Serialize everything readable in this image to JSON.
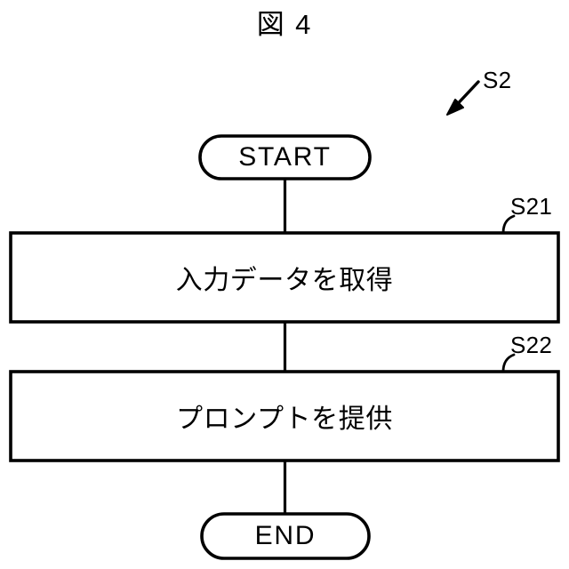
{
  "figure": {
    "title": "図 4",
    "background_color": "#ffffff",
    "stroke_color": "#000000"
  },
  "callout": {
    "label": "S2",
    "arrow_icon": "diagonal-arrow-down-left-icon"
  },
  "flow": {
    "nodes": [
      {
        "id": "start",
        "type": "terminator",
        "label": "START",
        "ref": null
      },
      {
        "id": "step-s21",
        "type": "process",
        "label": "入力データを取得",
        "ref": "S21"
      },
      {
        "id": "step-s22",
        "type": "process",
        "label": "プロンプトを提供",
        "ref": "S22"
      },
      {
        "id": "end",
        "type": "terminator",
        "label": "END",
        "ref": null
      }
    ],
    "connectors": [
      {
        "from": "start",
        "to": "step-s21"
      },
      {
        "from": "step-s21",
        "to": "step-s22"
      },
      {
        "from": "step-s22",
        "to": "end"
      }
    ]
  }
}
